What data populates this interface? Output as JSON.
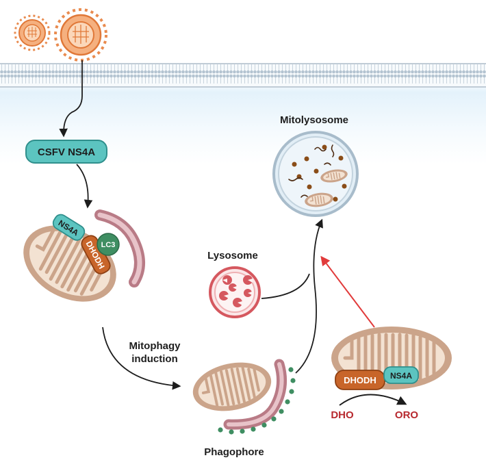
{
  "labels": {
    "csfv_ns4a": "CSFV NS4A",
    "ns4a": "NS4A",
    "lc3": "LC3",
    "dhodh": "DHODH",
    "mitophagy_line1": "Mitophagy",
    "mitophagy_line2": "induction",
    "lysosome": "Lysosome",
    "mitolysosome": "Mitolysosome",
    "phagophore": "Phagophore",
    "dho": "DHO",
    "oro": "ORO"
  },
  "colors": {
    "teal": "#5cc4c0",
    "teal_border": "#2f8f8c",
    "dhodh_orange": "#c8652a",
    "lc3_green": "#3f8e62",
    "mito_outer": "#cba48a",
    "mito_inner": "#f3e2d2",
    "autophagosome_pink": "#b97b86",
    "lysosome_red": "#d5585f",
    "virus_orange": "#e98b4f",
    "red_arrow": "#e13b3b",
    "dho_oro_red": "#b7282e",
    "membrane_blue": "#b9c9d5"
  }
}
